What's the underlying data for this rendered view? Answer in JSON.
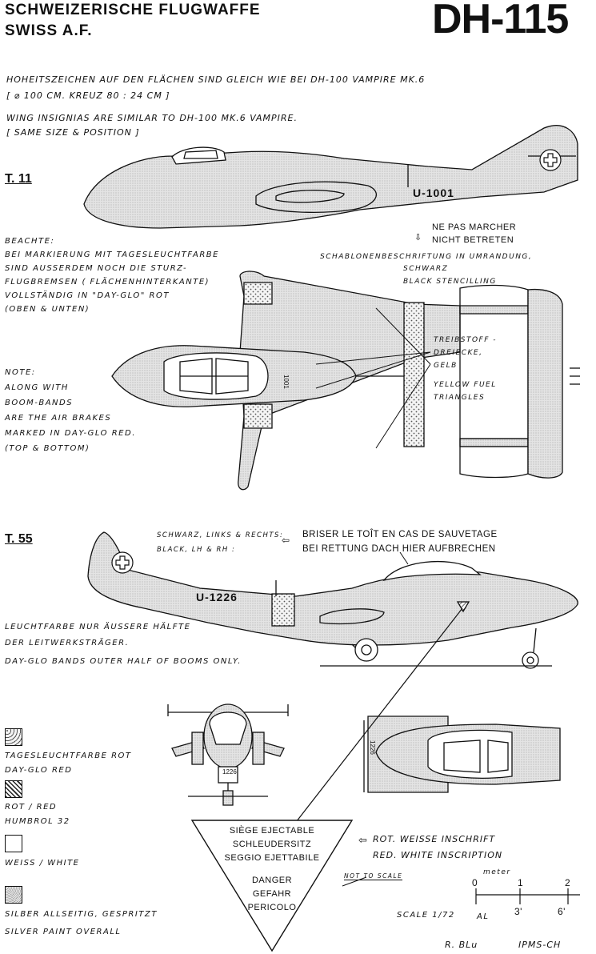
{
  "header": {
    "line1": "SCHWEIZERISCHE FLUGWAFFE",
    "line2": "SWISS A.F.",
    "model": "DH-115"
  },
  "insignia_note": {
    "de1": "HOHEITSZEICHEN AUF DEN FLÄCHEN SIND GLEICH WIE BEI DH-100 VAMPIRE MK.6",
    "de2": "[ ⌀ 100 cm. KREUZ 80 : 24 cm ]",
    "en1": "WING INSIGNIAS ARE SIMILAR TO DH-100 MK.6 VAMPIRE.",
    "en2": "[ SAME SIZE & POSITION ]"
  },
  "t11": {
    "label": "T. 11",
    "serial": "U-1001",
    "no_step_fr": "NE PAS MARCHER",
    "no_step_de": "NICHT BETRETEN",
    "stencil_de": "SCHABLONENBESCHRIFTUNG IN UMRANDUNG,",
    "stencil_de2": "SCHWARZ",
    "stencil_en": "BLACK STENCILLING",
    "fuel_de1": "TREIBSTOFF -",
    "fuel_de2": "DREIECKE,",
    "fuel_de3": "GELB",
    "fuel_en1": "YELLOW FUEL",
    "fuel_en2": "TRIANGLES",
    "boom_code": "1001",
    "note_de": [
      "BEACHTE:",
      "BEI MARKIERUNG MIT TAGESLEUCHTFARBE",
      "SIND AUSSERDEM NOCH DIE STURZ-",
      "FLUGBREMSEN ( FLÄCHENHINTERKANTE)",
      "VOLLSTÄNDIG IN \"DAY-GLO\" ROT",
      "(OBEN & UNTEN)"
    ],
    "note_en": [
      "NOTE:",
      "ALONG WITH",
      "BOOM-BANDS",
      "ARE THE AIR BRAKES",
      "MARKED IN DAY-GLO RED.",
      "(TOP & BOTTOM)"
    ]
  },
  "t55": {
    "label": "T. 55",
    "serial": "U-1226",
    "black_note_de": "SCHWARZ, LINKS & RECHTS:",
    "black_note_en": "BLACK, LH & RH :",
    "canopy_fr": "BRISER LE TOÎT EN CAS DE SAUVETAGE",
    "canopy_de": "BEI RETTUNG DACH HIER AUFBRECHEN",
    "dayglo_de1": "LEUCHTFARBE NUR ÄUSSERE HÄLFTE",
    "dayglo_de2": "DER LEITWERKSTRÄGER.",
    "dayglo_en": "DAY-GLO BANDS OUTER HALF OF BOOMS ONLY.",
    "front_code": "1226",
    "boom_code": "1226"
  },
  "legend": [
    {
      "de": "TAGESLEUCHTFARBE ROT",
      "en": "DAY-GLO RED"
    },
    {
      "de": "ROT / RED",
      "en": "HUMBROL 32"
    },
    {
      "de": "",
      "en": "WEISS / WHITE"
    },
    {
      "de": "SILBER ALLSEITIG, GESPRITZT",
      "en": "SILVER PAINT OVERALL"
    }
  ],
  "ejection": {
    "fr": "SIÈGE EJECTABLE",
    "de": "SCHLEUDERSITZ",
    "it": "SEGGIO EJETTABILE",
    "d1": "DANGER",
    "d2": "GEFAHR",
    "d3": "PERICOLO",
    "scale_note": "NOT TO SCALE",
    "rot_de": "ROT. WEISSE INSCHRIFT",
    "rot_en": "RED. WHITE INSCRIPTION"
  },
  "scale": {
    "unit": "meter",
    "m0": "0",
    "m1": "1",
    "m2": "2",
    "f1": "3'",
    "f2": "6'",
    "label": "SCALE 1/72",
    "initials": "AL"
  },
  "credit": {
    "sig": "R. BLu",
    "org": "IPMS-CH"
  }
}
